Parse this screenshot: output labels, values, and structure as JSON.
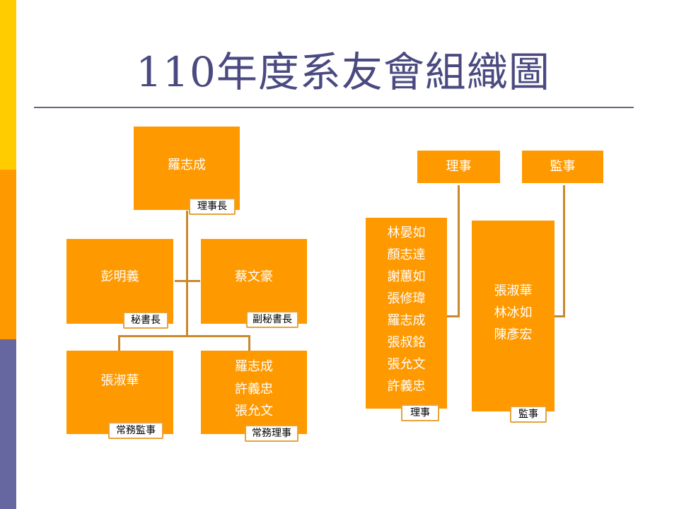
{
  "title": "110年度系友會組織圖",
  "nodes": {
    "chairman": {
      "names": [
        "羅志成"
      ],
      "tag": "理事長"
    },
    "secretary_general": {
      "names": [
        "彭明義"
      ],
      "tag": "秘書長"
    },
    "deputy_secretary": {
      "names": [
        "蔡文豪"
      ],
      "tag": "副秘書長"
    },
    "standing_supervisor": {
      "names": [
        "張淑華"
      ],
      "tag": "常務監事"
    },
    "standing_directors": {
      "names": [
        "羅志成",
        "許義忠",
        "張允文"
      ],
      "tag": "常務理事"
    },
    "directors_header": {
      "label": "理事"
    },
    "supervisors_header": {
      "label": "監事"
    },
    "directors": {
      "names": [
        "林晏如",
        "顏志達",
        "謝蕙如",
        "張修瑋",
        "羅志成",
        "張叔銘",
        "張允文",
        "許義忠"
      ],
      "tag": "理事"
    },
    "supervisors": {
      "names": [
        "張淑華",
        "林冰如",
        "陳彥宏"
      ],
      "tag": "監事"
    }
  },
  "colors": {
    "box": "#ff9900",
    "connector": "#c88a2c",
    "title": "#4a4a80"
  }
}
